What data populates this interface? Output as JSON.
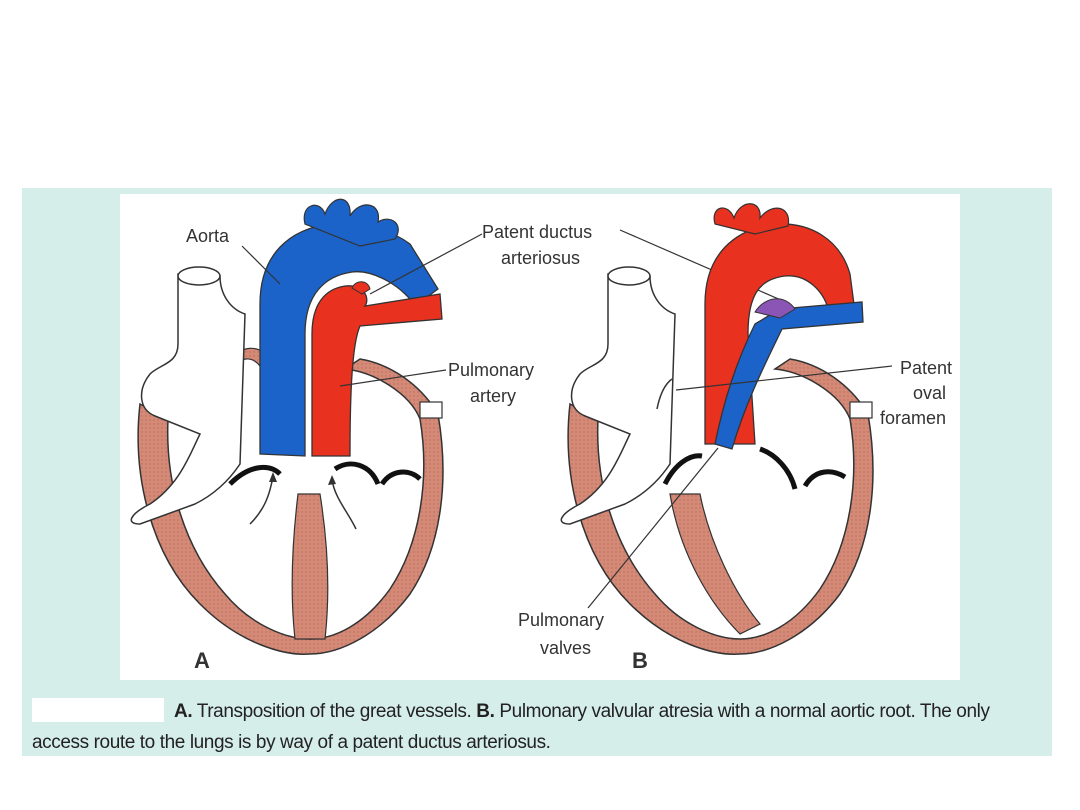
{
  "labels": {
    "aorta": "Aorta",
    "patent_ductus_line1": "Patent ductus",
    "patent_ductus_line2": "arteriosus",
    "pulmonary_artery_line1": "Pulmonary",
    "pulmonary_artery_line2": "artery",
    "patent_oval_line1": "Patent",
    "patent_oval_line2": "oval",
    "patent_oval_line3": "foramen",
    "pulmonary_valves_line1": "Pulmonary",
    "pulmonary_valves_line2": "valves",
    "panel_a": "A",
    "panel_b": "B"
  },
  "caption": {
    "a_letter": "A.",
    "a_text": " Transposition of the great vessels. ",
    "b_letter": "B.",
    "b_text": " Pulmonary valvular atresia with a normal aortic root. The only",
    "line2": "access route to the lungs is by way of a patent ductus arteriosus."
  },
  "colors": {
    "panel_background": "#d6eeea",
    "oxygenated_red": "#e8311f",
    "deoxygenated_blue": "#1b63c8",
    "myocardium": "#d58a78"
  }
}
